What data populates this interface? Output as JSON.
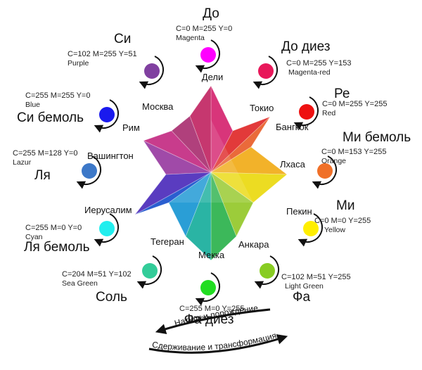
{
  "notes": [
    {
      "name": "do",
      "label": "До",
      "code": "C=0 M=255 Y=0",
      "color_name": "Magenta",
      "color": "#ff00ff"
    },
    {
      "name": "do-diez",
      "label": "До диез",
      "code": "C=0 M=255 Y=153",
      "color_name": "Magenta-red",
      "color": "#e8185a"
    },
    {
      "name": "re",
      "label": "Ре",
      "code": "C=0 M=255 Y=255",
      "color_name": "Red",
      "color": "#ee1111"
    },
    {
      "name": "mi-bemol",
      "label": "Ми бемоль",
      "code": "C=0 M=153 Y=255",
      "color_name": "Orange",
      "color": "#f07028"
    },
    {
      "name": "mi",
      "label": "Ми",
      "code": "C=0 M=0 Y=255",
      "color_name": "Yellow",
      "color": "#ffee00"
    },
    {
      "name": "fa",
      "label": "Фа",
      "code": "C=102 M=51 Y=255",
      "color_name": "Light  Green",
      "color": "#88cc22"
    },
    {
      "name": "fa-diez",
      "label": "Фа диез",
      "code": "C=255 M=0 Y=255",
      "color_name": "Green",
      "color": "#22dd22"
    },
    {
      "name": "sol",
      "label": "Соль",
      "code": "C=204 M=51 Y=102",
      "color_name": "Sea Green",
      "color": "#33cc99"
    },
    {
      "name": "lya-bemol",
      "label": "Ля бемоль",
      "code": "C=255 M=0 Y=0",
      "color_name": "Cyan",
      "color": "#22eeee"
    },
    {
      "name": "lya",
      "label": "Ля",
      "code": "C=255 M=128 Y=0",
      "color_name": "Lazur",
      "color": "#3c78c8"
    },
    {
      "name": "si-bemol",
      "label": "Си бемоль",
      "code": "C=255 M=255 Y=0",
      "color_name": "Blue",
      "color": "#1a1aee"
    },
    {
      "name": "si",
      "label": "Си",
      "code": "C=102 M=255 Y=51",
      "color_name": "Purple",
      "color": "#8040a0"
    }
  ],
  "cities": [
    {
      "name": "deli",
      "label": "Дели"
    },
    {
      "name": "tokio",
      "label": "Токио"
    },
    {
      "name": "bangkok",
      "label": "Бангкок"
    },
    {
      "name": "lhasa",
      "label": "Лхаса"
    },
    {
      "name": "pekin",
      "label": "Пекин"
    },
    {
      "name": "ankara",
      "label": "Анкара"
    },
    {
      "name": "mekka",
      "label": "Мекка"
    },
    {
      "name": "tegeran",
      "label": "Тегеран"
    },
    {
      "name": "ierusalim",
      "label": "Иерусалим"
    },
    {
      "name": "vashington",
      "label": "Вашингтон"
    },
    {
      "name": "rim",
      "label": "Рим"
    },
    {
      "name": "moskva",
      "label": "Москва"
    }
  ],
  "curves": {
    "upper": "Натиск и порождение",
    "lower": "Сдерживание и трансформация"
  }
}
